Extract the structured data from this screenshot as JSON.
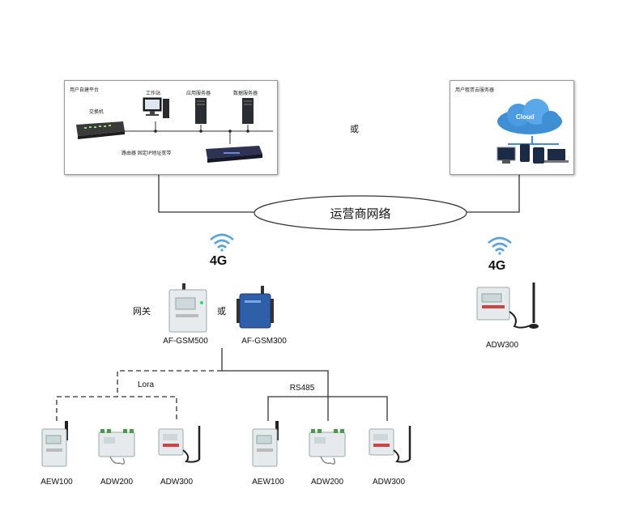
{
  "server_box": {
    "title": "用户自建平台",
    "switch": "交换机",
    "workstation": "工作站",
    "app_server": "应用服务器",
    "db_server": "数据服务器",
    "router": "路由器 固定IP地址宽带"
  },
  "or_top": "或",
  "cloud_box": {
    "title": "用户租赁云服务器",
    "cloud_label": "Cloud"
  },
  "network_label": "运营商网络",
  "left_4g": "4G",
  "right_4g": "4G",
  "gateway_label": "网关",
  "gateway_or": "或",
  "gateway_a": "AF-GSM500",
  "gateway_b": "AF-GSM300",
  "right_device": "ADW300",
  "lora_label": "Lora",
  "rs485_label": "RS485",
  "lora_devices": [
    "AEW100",
    "ADW200",
    "ADW300"
  ],
  "rs485_devices": [
    "AEW100",
    "ADW200",
    "ADW300"
  ],
  "colors": {
    "line": "#333333",
    "wifi": "#5aa2d8",
    "device_body": "#e8ecee",
    "cloud": "#3f8fd4"
  }
}
